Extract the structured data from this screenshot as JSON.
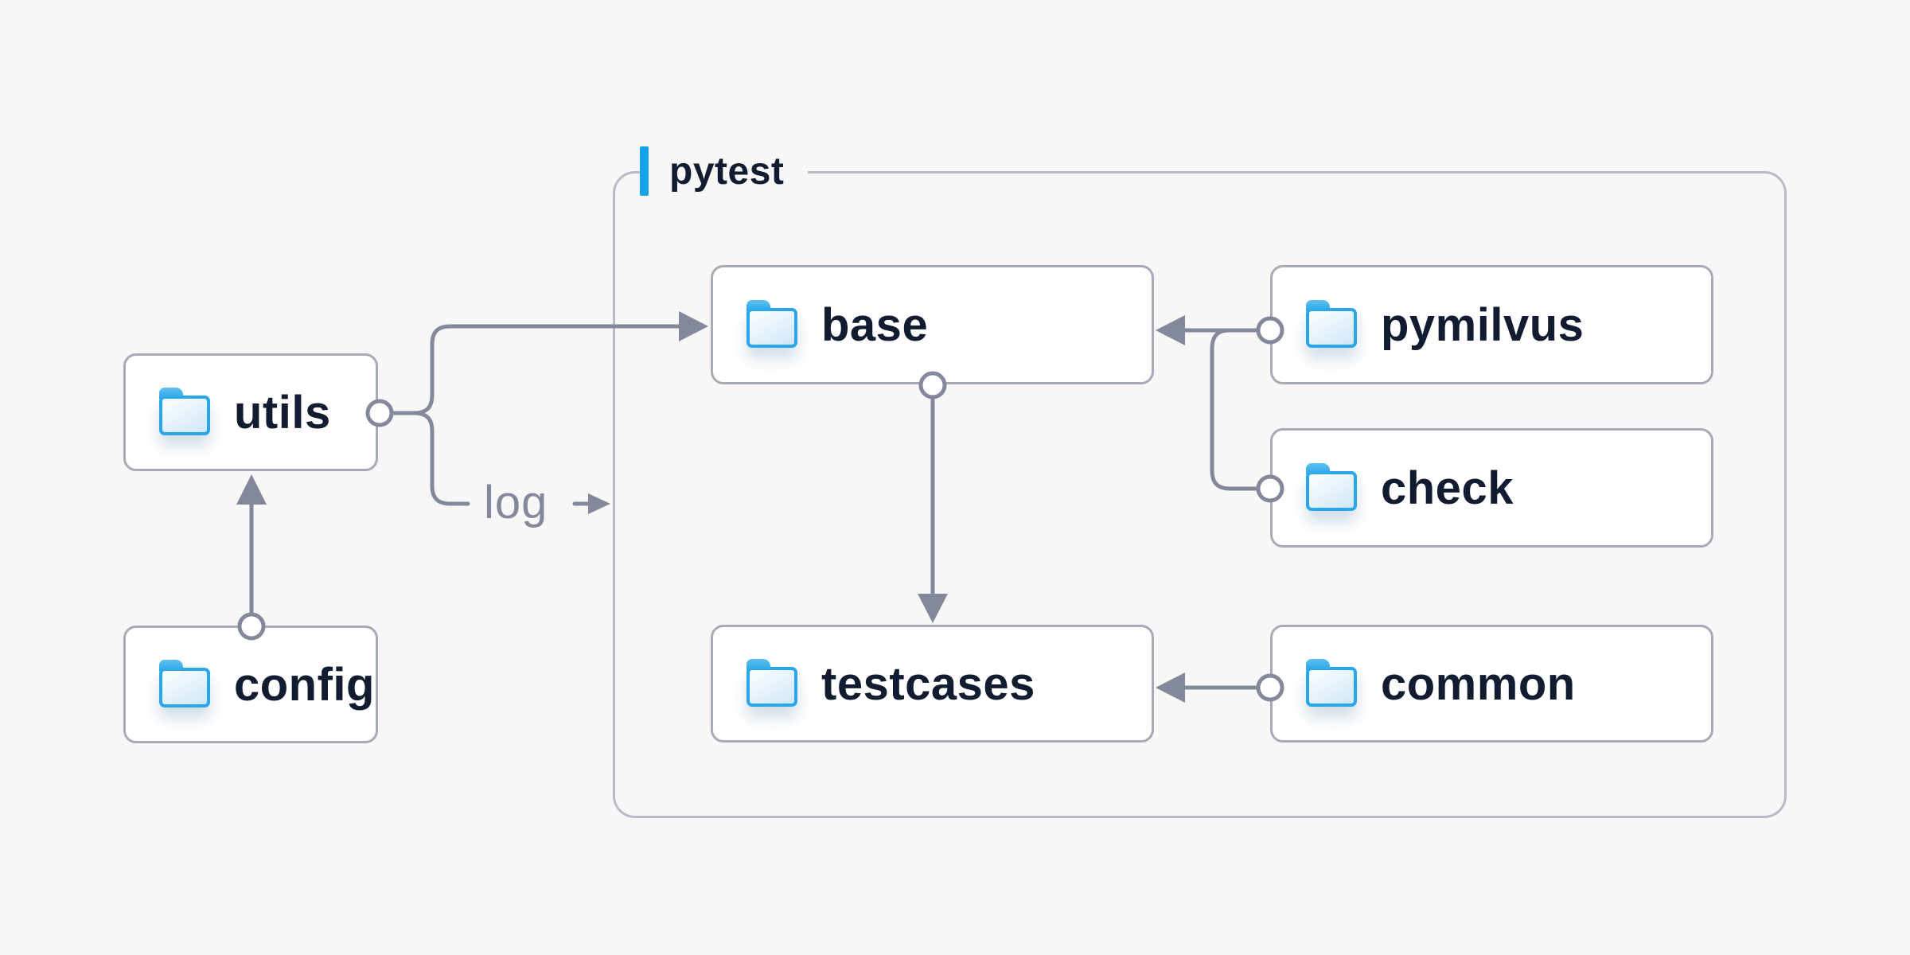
{
  "diagram": {
    "group": {
      "label": "pytest"
    },
    "nodes": [
      {
        "id": "utils",
        "label": "utils",
        "icon": "folder-icon"
      },
      {
        "id": "config",
        "label": "config",
        "icon": "folder-icon"
      },
      {
        "id": "base",
        "label": "base",
        "icon": "folder-icon"
      },
      {
        "id": "pymilvus",
        "label": "pymilvus",
        "icon": "folder-icon"
      },
      {
        "id": "check",
        "label": "check",
        "icon": "folder-icon"
      },
      {
        "id": "testcases",
        "label": "testcases",
        "icon": "folder-icon"
      },
      {
        "id": "common",
        "label": "common",
        "icon": "folder-icon"
      }
    ],
    "edges": [
      {
        "from": "config",
        "to": "utils",
        "label": ""
      },
      {
        "from": "utils",
        "to": "base",
        "label": ""
      },
      {
        "from": "utils",
        "to": "log-output",
        "label": "log"
      },
      {
        "from": "pymilvus",
        "to": "base",
        "label": ""
      },
      {
        "from": "check",
        "to": "base",
        "label": ""
      },
      {
        "from": "base",
        "to": "testcases",
        "label": ""
      },
      {
        "from": "common",
        "to": "testcases",
        "label": ""
      }
    ],
    "colors": {
      "background": "#f7f7f8",
      "node_background": "#ffffff",
      "node_border": "#a7aab7",
      "group_border": "#b8bac6",
      "accent_blue": "#14a3eb",
      "folder_blue": "#2aa6e9",
      "text_navy": "#111c30",
      "connector_gray": "#84889b",
      "edge_label_gray": "#84889b"
    }
  }
}
